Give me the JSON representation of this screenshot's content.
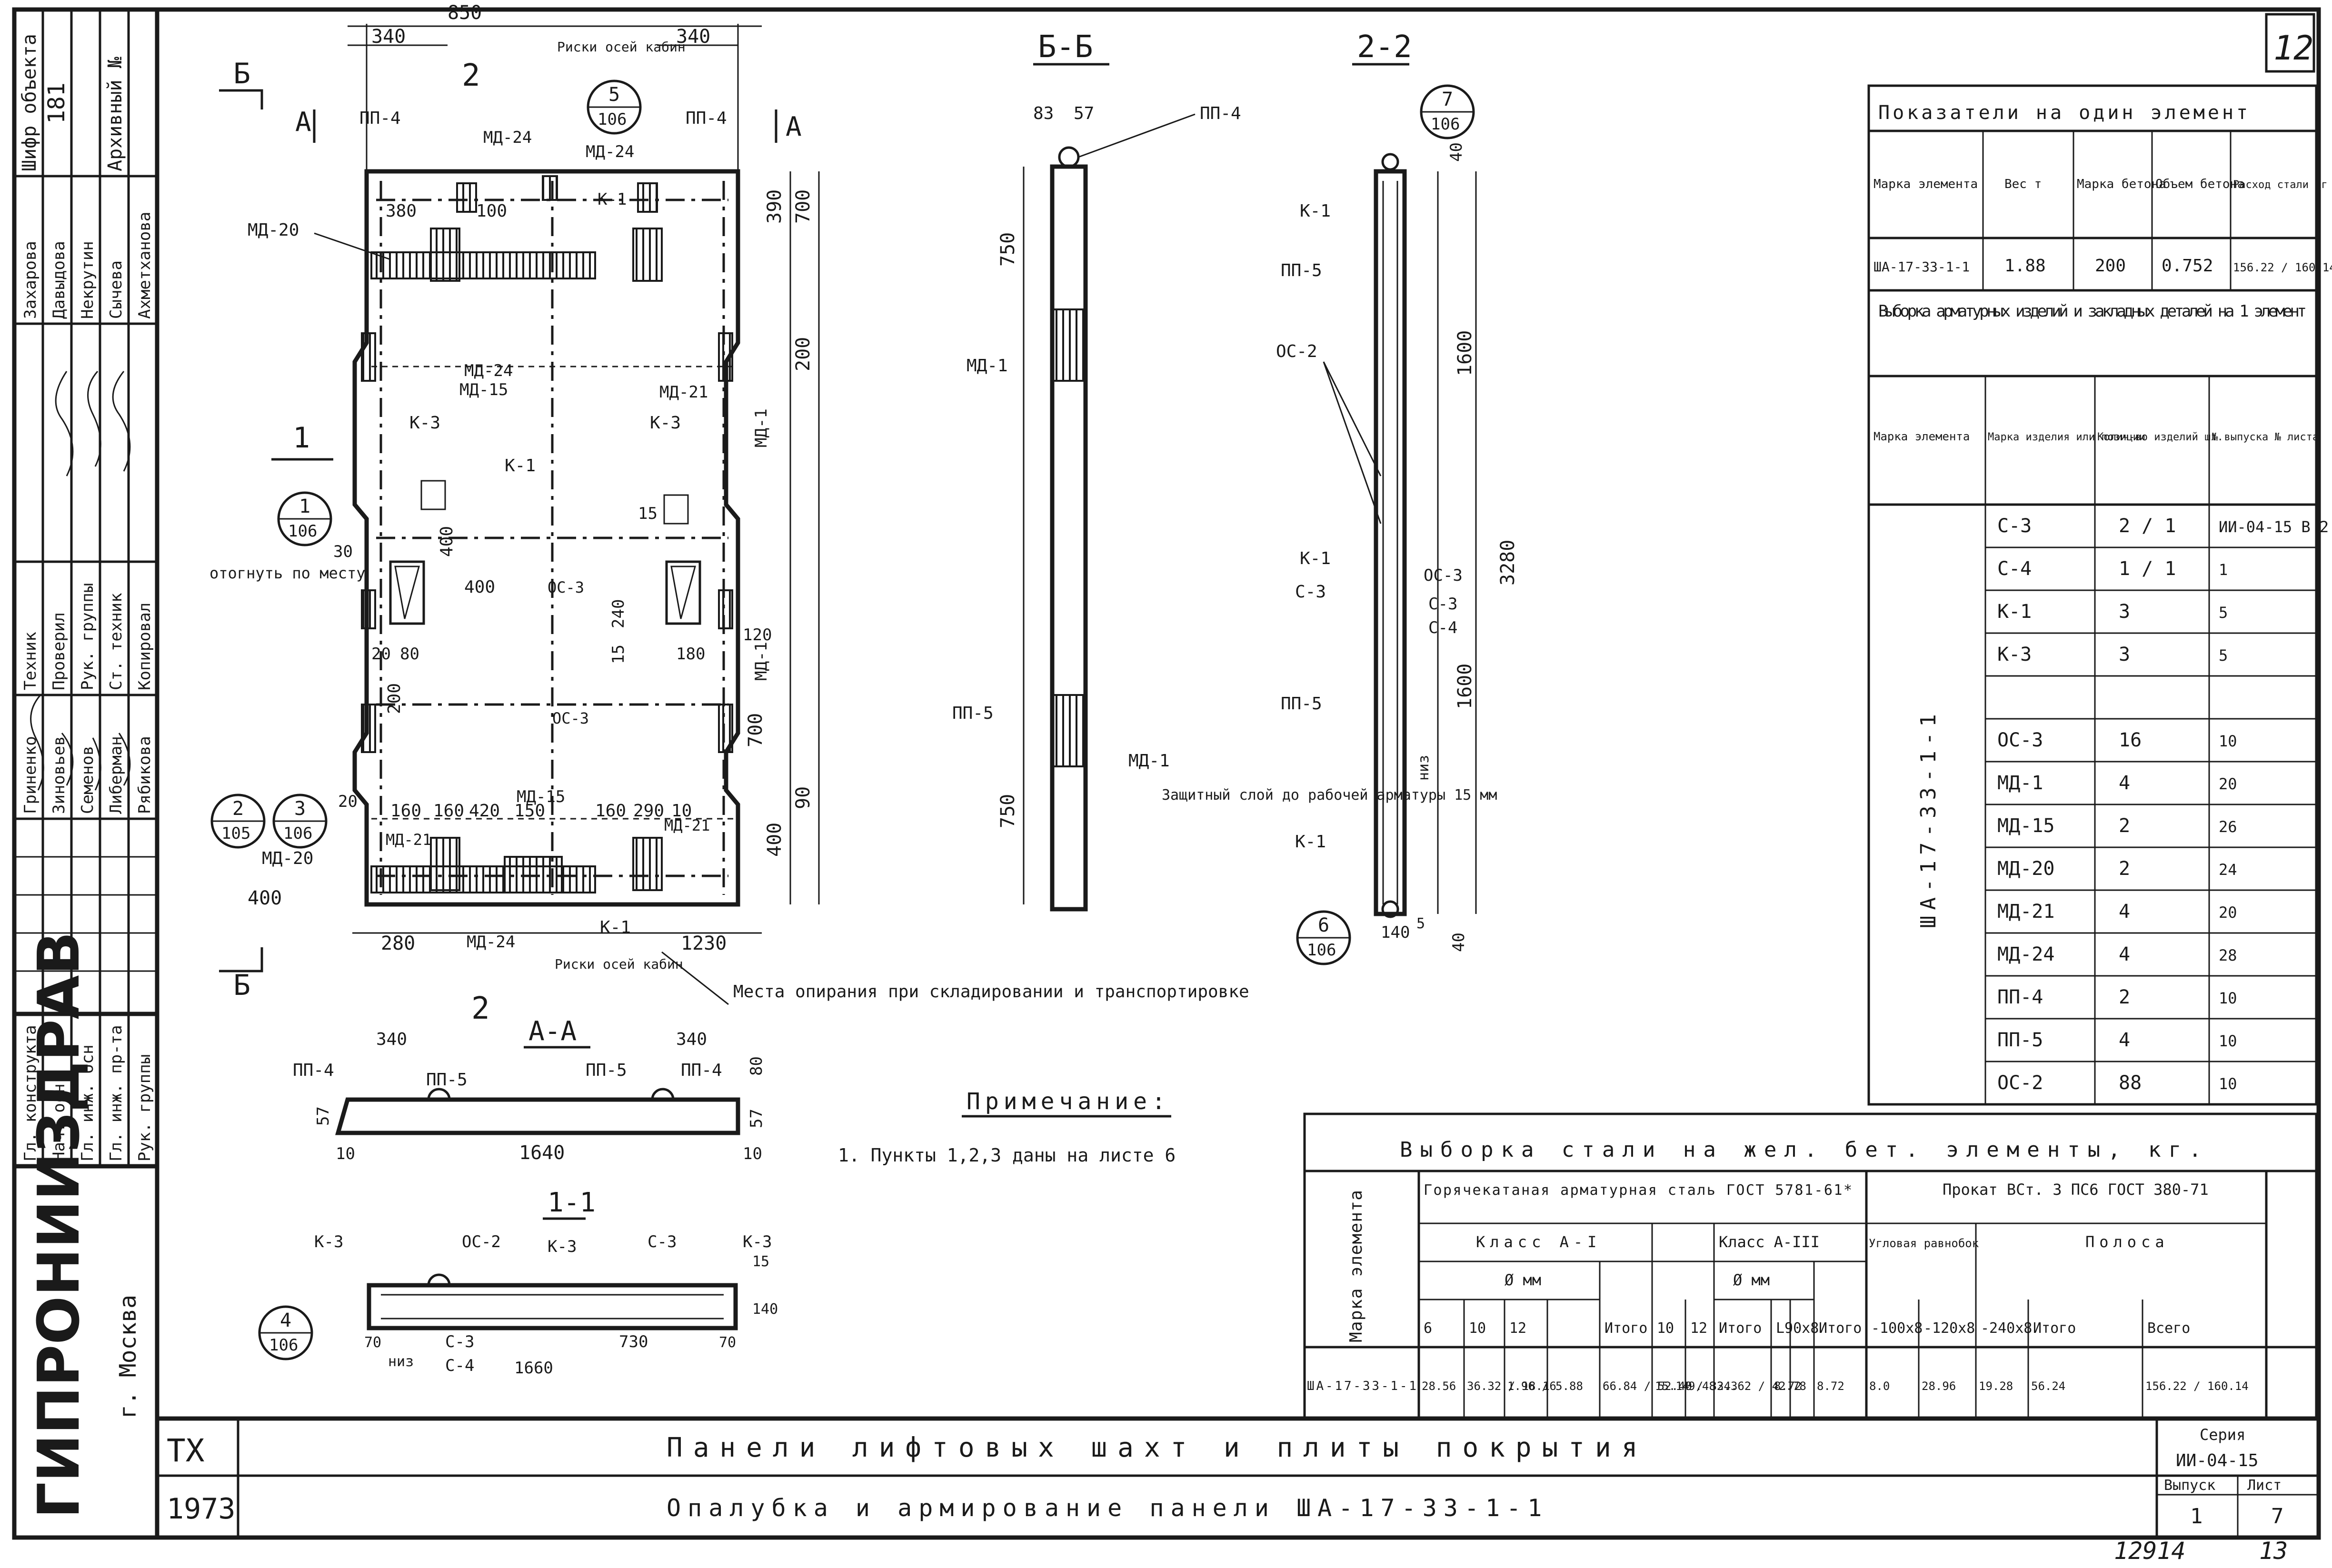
{
  "sheet": {
    "page_number": "12",
    "footer_code": "12914",
    "footer_page": "13"
  },
  "side_block": {
    "object_code_label": "Шифр объекта",
    "object_code": "181",
    "archive_label": "Архивный №",
    "roles": [
      "Гл. конструкта",
      "Нач. осн",
      "Гл. инж. осн",
      "Гл. инж. пр-та",
      "Рук. группы"
    ],
    "roles2": [
      "Техник",
      "Проверил",
      "Рук. группы",
      "Ст. техник",
      "Копировал"
    ],
    "names_left": [
      "Гриненко",
      "Зиновьев",
      "Семенов",
      "Либерман",
      "Рябикова"
    ],
    "names_right": [
      "Захарова",
      "Давыдова",
      "Некрутин",
      "Сычева",
      "Ахметханова"
    ],
    "org": "ГИПРОНИИЗДРАВ",
    "city": "г. Москва"
  },
  "drawing": {
    "view_b": "Б",
    "view_a": "А",
    "view_1": "1",
    "view_2": "2",
    "section_bb": "Б-Б",
    "section_22": "2-2",
    "section_aa": "А-А",
    "section_11": "1-1",
    "dims_top": [
      "340",
      "850",
      "340"
    ],
    "dims_plan": [
      "380",
      "100",
      "390",
      "700",
      "200",
      "400",
      "400",
      "15",
      "30",
      "240",
      "15",
      "120",
      "200",
      "1230",
      "700",
      "90",
      "400",
      "400",
      "280",
      "160",
      "160",
      "420",
      "150",
      "160",
      "290",
      "10",
      "20",
      "20",
      "180",
      "80"
    ],
    "dims_bb": [
      "83",
      "57",
      "750",
      "750"
    ],
    "dims_22": [
      "40",
      "1600",
      "3280",
      "1600",
      "140",
      "5",
      "40"
    ],
    "dims_aa": [
      "340",
      "340",
      "57",
      "10",
      "1640",
      "80",
      "57",
      "10"
    ],
    "dims_11": [
      "15",
      "140",
      "70",
      "730",
      "70",
      "1660"
    ],
    "labels": {
      "pp4": "ПП-4",
      "pp5": "ПП-5",
      "md20": "МД-20",
      "md24": "МД-24",
      "md15": "МД-15",
      "md21": "МД-21",
      "md1": "МД-1",
      "k1": "К-1",
      "k3": "К-3",
      "os3": "ОС-3",
      "os2": "ОС-2",
      "s3": "С-3",
      "s4": "С-4",
      "niz": "низ",
      "risk_top": "Риски осей кабин",
      "risk_bottom": "Риски осей кабин",
      "bend": "отогнуть по месту",
      "support": "Места опирания при складировании и транспортировке",
      "protect": "Защитный слой до рабочей арматуры 15 мм"
    },
    "callouts": [
      {
        "num": "5",
        "sheet": "106"
      },
      {
        "num": "1",
        "sheet": "106"
      },
      {
        "num": "2",
        "sheet": "105"
      },
      {
        "num": "3",
        "sheet": "106"
      },
      {
        "num": "7",
        "sheet": "106"
      },
      {
        "num": "6",
        "sheet": "106"
      },
      {
        "num": "4",
        "sheet": "106"
      }
    ]
  },
  "note": {
    "title": "Примечание:",
    "text": "1. Пункты 1,2,3 даны на листе 6"
  },
  "indicators": {
    "title": "Показатели на один элемент",
    "headers": [
      "Марка элемента",
      "Вес т",
      "Марка бетона",
      "Объем бетона",
      "Расход стали кг"
    ],
    "row": [
      "ША-17-33-1-1",
      "1.88",
      "200",
      "0.752",
      "156.22 / 160.14"
    ]
  },
  "selection": {
    "title": "Выборка арматурных изделий и закладных деталей на 1 элемент",
    "headers": [
      "Марка элемента",
      "Марка изделия или позиции",
      "Колич-во изделий шт.",
      "№ выпуска № листа"
    ],
    "element": "ША-17-33-1-1",
    "rows": [
      {
        "mark": "С-3",
        "qty": "2 / 1",
        "ref": "ИИ-04-15 В 2"
      },
      {
        "mark": "С-4",
        "qty": "1 / 1",
        "ref": "1"
      },
      {
        "mark": "К-1",
        "qty": "3",
        "ref": "5"
      },
      {
        "mark": "К-3",
        "qty": "3",
        "ref": "5"
      },
      {
        "mark": "",
        "qty": "",
        "ref": ""
      },
      {
        "mark": "ОС-3",
        "qty": "16",
        "ref": "10"
      },
      {
        "mark": "МД-1",
        "qty": "4",
        "ref": "20"
      },
      {
        "mark": "МД-15",
        "qty": "2",
        "ref": "26"
      },
      {
        "mark": "МД-20",
        "qty": "2",
        "ref": "24"
      },
      {
        "mark": "МД-21",
        "qty": "4",
        "ref": "20"
      },
      {
        "mark": "МД-24",
        "qty": "4",
        "ref": "28"
      },
      {
        "mark": "ПП-4",
        "qty": "2",
        "ref": "10"
      },
      {
        "mark": "ПП-5",
        "qty": "4",
        "ref": "10"
      },
      {
        "mark": "ОС-2",
        "qty": "88",
        "ref": "10"
      }
    ]
  },
  "steel": {
    "title": "Выборка стали на жел. бет. элементы, кг.",
    "group1": "Горячекатаная арматурная сталь ГОСТ 5781-61*",
    "group2": "Прокат ВСт. 3 ПС6 ГОСТ 380-71",
    "class1": "Класс А-I",
    "class3": "Класс А-III",
    "angle": "Угловая равнобок",
    "strip": "Полоса",
    "diam": "Ø мм",
    "cols": [
      "6",
      "10",
      "12",
      "",
      "Итого",
      "10",
      "12",
      "Итого",
      "L90x8",
      "",
      "Итого",
      "-100x8",
      "-120x8",
      "-240x8",
      "Итого",
      "Всего"
    ],
    "mark_header": "Марка элемента",
    "row_mark": "ША-17-33-1-1",
    "row_values": [
      "28.56",
      "36.32 / 18.16",
      "1.96 / 5.88",
      "",
      "66.84 / 52.40",
      "15.14 / 33.3",
      "9.48",
      "24.62 / 42.78",
      "8.72",
      "",
      "8.72",
      "8.0",
      "28.96",
      "19.28",
      "56.24",
      "156.22 / 160.14"
    ]
  },
  "title_block": {
    "dept": "ТХ",
    "year": "1973",
    "title1": "Панели лифтовых шахт и плиты покрытия",
    "title2": "Опалубка и армирование панели ША-17-33-1-1",
    "series_label": "Серия",
    "series": "ИИ-04-15",
    "issue_label": "Выпуск",
    "issue": "1",
    "sheet_label": "Лист",
    "sheet": "7"
  }
}
